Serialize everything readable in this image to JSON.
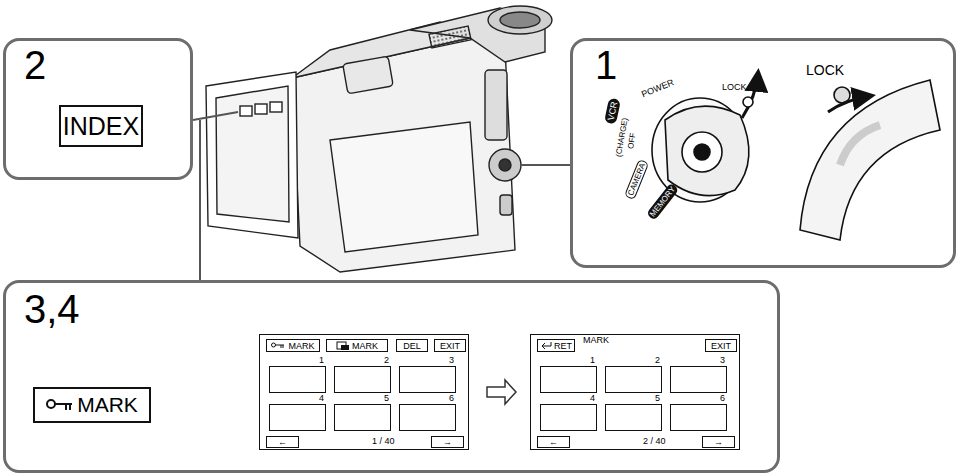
{
  "diagram": {
    "nodes": [
      {
        "text": [
          "2"
        ]
      },
      {
        "text": [
          "INDEX"
        ],
        "in": 0
      },
      {
        "text": [
          "1"
        ]
      },
      {
        "text": [
          "3,4"
        ]
      },
      {
        "text": [
          "MARK"
        ],
        "in": 3
      },
      {
        "text": [
          "1 / 40"
        ],
        "in": 3
      },
      {
        "text": [
          "MARK"
        ],
        "in": 5
      },
      {
        "text": [
          "MARK"
        ],
        "in": 5
      },
      {
        "text": [
          "DEL"
        ],
        "in": 5
      },
      {
        "text": [
          "EXIT"
        ],
        "in": 5
      },
      {
        "text": [
          "1"
        ],
        "in": 5
      },
      {
        "text": [
          "2"
        ],
        "in": 5
      },
      {
        "text": [
          "3"
        ],
        "in": 5
      },
      {
        "text": [
          "4"
        ],
        "in": 5
      },
      {
        "text": [
          "5"
        ],
        "in": 5
      },
      {
        "text": [
          "6"
        ],
        "in": 5
      },
      {
        "text": [
          "←"
        ],
        "in": 5
      },
      {
        "text": [
          "→"
        ],
        "in": 5
      },
      {
        "text": [
          "2 / 40"
        ],
        "in": 3
      },
      {
        "text": [
          "RET"
        ],
        "in": 18
      },
      {
        "text": [
          "EXIT"
        ],
        "in": 18
      },
      {
        "text": [
          "1"
        ],
        "in": 18
      },
      {
        "text": [
          "2"
        ],
        "in": 18
      },
      {
        "text": [
          "3"
        ],
        "in": 18
      },
      {
        "text": [
          "4"
        ],
        "in": 18
      },
      {
        "text": [
          "5"
        ],
        "in": 18
      },
      {
        "text": [
          "6"
        ],
        "in": 18
      },
      {
        "text": [
          "←"
        ],
        "in": 18
      },
      {
        "text": [
          "→"
        ],
        "in": 18
      }
    ],
    "edges": [
      {
        "from": 5,
        "to": 18,
        "arrow": "to"
      }
    ],
    "labels": [
      "POWER",
      "LOCK",
      "VCR",
      "OFF",
      "(CHARGE)",
      "CAMERA",
      "MEMORY",
      "LOCK",
      "MARK"
    ]
  }
}
